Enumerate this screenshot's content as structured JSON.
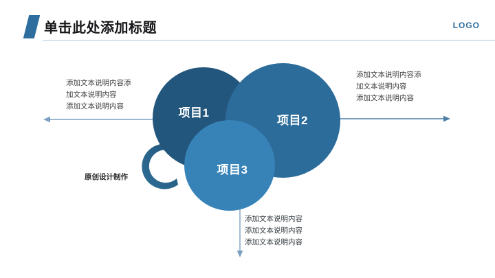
{
  "header": {
    "title": "单击此处添加标题",
    "logo": "LOGO"
  },
  "diagram": {
    "circles": [
      {
        "id": "项目1",
        "label": "项目1",
        "color": "#23567c"
      },
      {
        "id": "项目2",
        "label": "项目2",
        "color": "#2c6c9b"
      },
      {
        "id": "项目3",
        "label": "项目3",
        "color": "#3783b8"
      }
    ],
    "cycle_label": "原创设计制作",
    "arrow_color": "#6f9bc0"
  },
  "text_blocks": {
    "left": {
      "lines": [
        "添加文本说明内容添",
        "加文本说明内容",
        "添加文本说明内容"
      ]
    },
    "right": {
      "lines": [
        "添加文本说明内容添",
        "加文本说明内容",
        "添加文本说明内容"
      ]
    },
    "bottom": {
      "lines": [
        "添加文本说明内容",
        "添加文本说明内容",
        "添加文本说明内容"
      ]
    }
  }
}
